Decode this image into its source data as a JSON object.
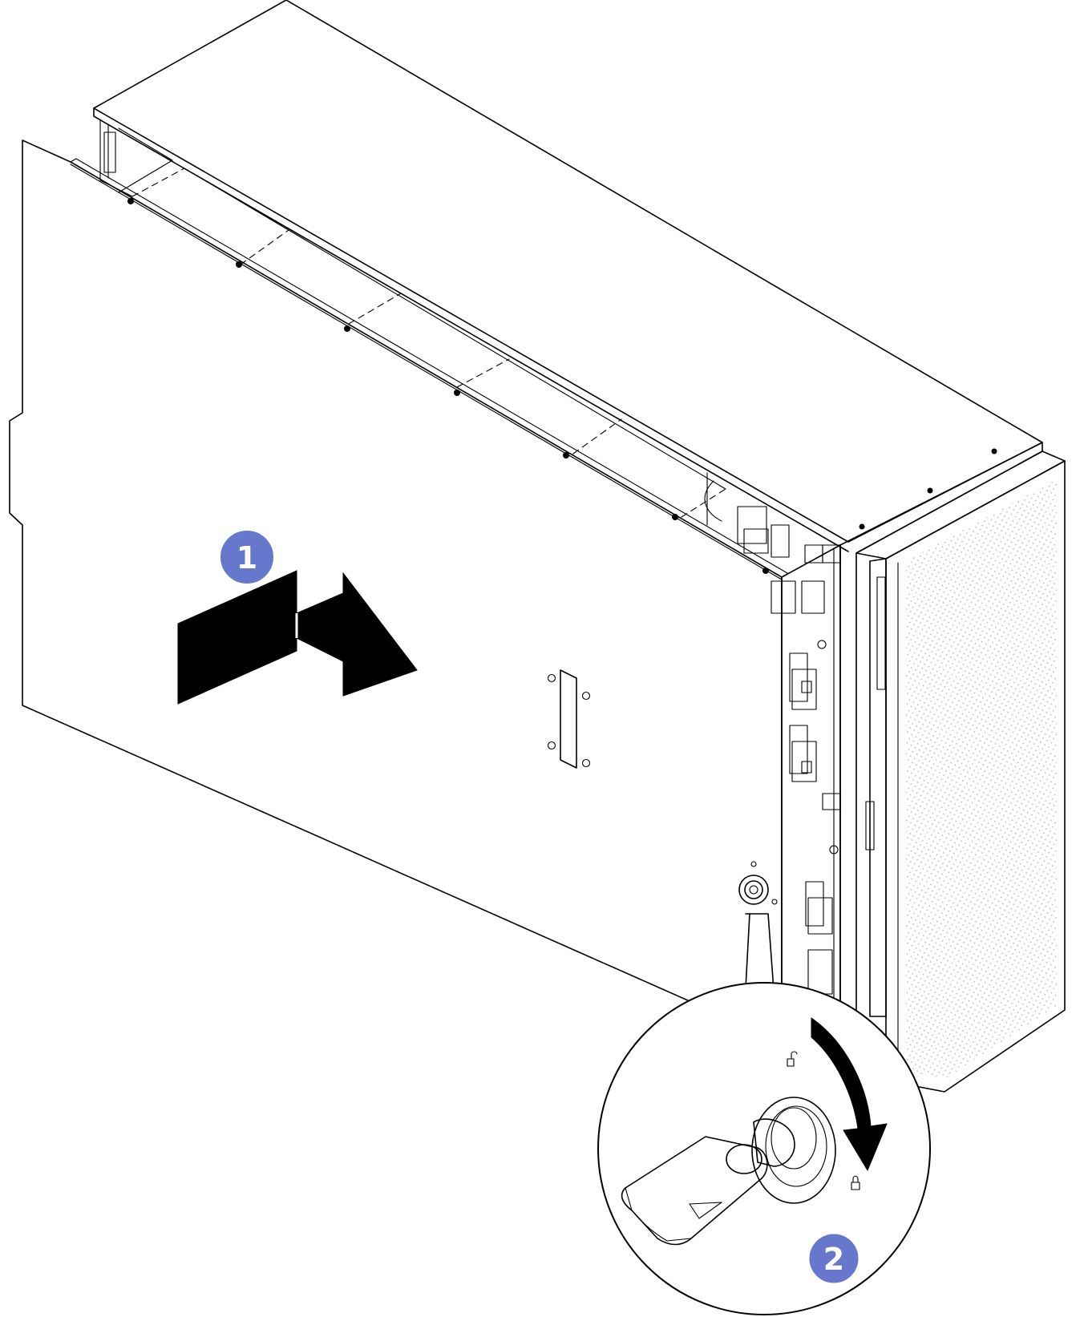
{
  "illustration": {
    "subject": "tower-server-side-cover-installation",
    "steps": [
      {
        "number": "1",
        "action": "slide-cover-toward-front"
      },
      {
        "number": "2",
        "action": "turn-key-to-lock-position"
      }
    ],
    "colors": {
      "panel_fill": "#dcdddd",
      "callout_fill": "#6677cc",
      "arrow_fill": "#000000",
      "line": "#000000",
      "background": "#ffffff"
    },
    "icons": [
      "unlocked-padlock-icon",
      "locked-padlock-icon"
    ]
  }
}
